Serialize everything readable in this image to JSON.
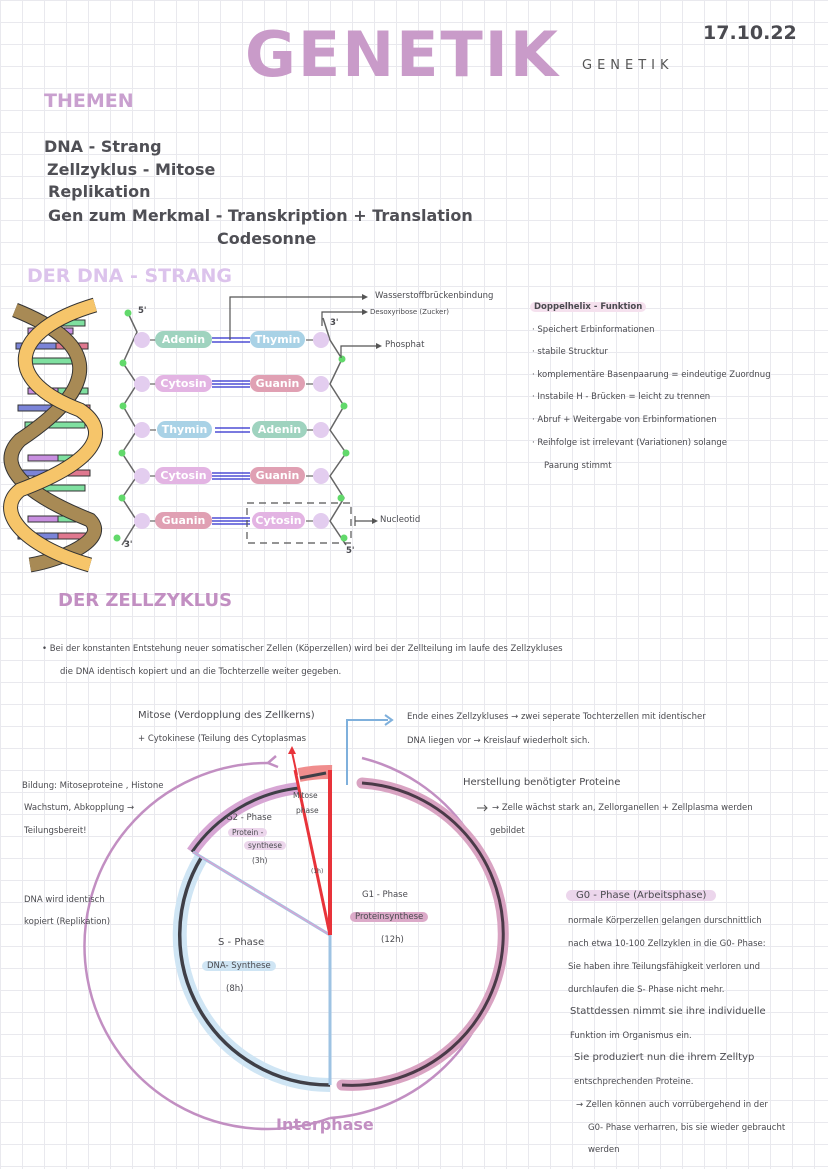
{
  "header": {
    "title": "GENETIK",
    "title_spaced": "GENETIK",
    "date": "17.10.22"
  },
  "themen": {
    "heading": "THEMEN",
    "items": [
      "DNA - Strang",
      "Zellzyklus - Mitose",
      "Replikation",
      "Gen zum Merkmal - Transkription + Translation",
      "Codesonne"
    ]
  },
  "dna": {
    "heading": "DER DNA - STRANG",
    "pairs": [
      {
        "left": "Adenin",
        "right": "Thymin",
        "left_color": "#9fd3bf",
        "right_color": "#a9d2e6"
      },
      {
        "left": "Cytosin",
        "right": "Guanin",
        "left_color": "#e3b4e3",
        "right_color": "#e0a0b3"
      },
      {
        "left": "Thymin",
        "right": "Adenin",
        "left_color": "#a9d2e6",
        "right_color": "#9fd3bf"
      },
      {
        "left": "Cytosin",
        "right": "Guanin",
        "left_color": "#e3b4e3",
        "right_color": "#e0a0b3"
      },
      {
        "left": "Guanin",
        "right": "Cytosin",
        "left_color": "#e0a0b3",
        "right_color": "#e3b4e3"
      }
    ],
    "end_labels": {
      "top_left": "5'",
      "top_right": "3'",
      "bottom_left": "3'",
      "bottom_right": "5'"
    },
    "labels": {
      "h_bond": "Wasserstoffbrückenbindung",
      "sugar": "Desoxyribose (Zucker)",
      "phosphate": "Phosphat",
      "nucleotide": "Nucleotid"
    },
    "function_heading": "Doppelhelix - Funktion",
    "functions": [
      "Speichert Erbinformationen",
      "stabile Strucktur",
      "komplementäre Basenpaarung = eindeutige Zuordnug",
      "Instabile H - Brücken = leicht zu trennen",
      "Abruf + Weitergabe von Erbinformationen",
      "Reihfolge ist irrelevant (Variationen) solange",
      "Paarung stimmt"
    ]
  },
  "zellzyklus": {
    "heading": "DER ZELLZYKLUS",
    "intro": [
      "Bei der konstanten Entstehung neuer  somatischer Zellen (Köperzellen) wird bei der Zellteilung im laufe des Zellzykluses",
      "die DNA identisch kopiert und an die Tochterzelle weiter gegeben."
    ],
    "mitose_note": [
      "Mitose (Verdopplung des Zellkerns)",
      "+ Cytokinese (Teilung des Cytoplasmas"
    ],
    "ende_note": [
      "Ende eines Zellzykluses → zwei seperate Tochterzellen mit identischer",
      "DNA liegen vor → Kreislauf wiederholt sich."
    ],
    "g2_note": [
      "Bildung: Mitoseproteine , Histone",
      "Wachstum, Abkopplung →",
      "Teilungsbereit!"
    ],
    "g1_note": [
      "Herstellung benötigter Proteine",
      "→ Zelle wächst stark an, Zellorganellen + Zellplasma werden",
      "gebildet"
    ],
    "s_note": [
      "DNA wird identisch",
      "kopiert (Replikation)"
    ],
    "phases": {
      "g1": {
        "name": "G1 - Phase",
        "process": "Proteinsynthese",
        "duration": "(12h)",
        "hours": 12
      },
      "s": {
        "name": "S - Phase",
        "process": "DNA- Synthese",
        "duration": "(8h)",
        "hours": 8
      },
      "g2": {
        "name": "G2 - Phase",
        "process1": "Protein -",
        "process2": "synthese",
        "duration": "(3h)",
        "hours": 3
      },
      "m": {
        "name1": "Mitose",
        "name2": "phase",
        "duration": "(1h)",
        "hours": 1
      }
    },
    "interphase": "Interphase",
    "g0": {
      "heading": "G0 - Phase (Arbeitsphase)",
      "lines": [
        "normale Körperzellen gelangen durschnittlich",
        "nach etwa 10-100 Zellzyklen in die G0- Phase:",
        "Sie haben ihre Teilungsfähigkeit verloren und",
        "durchlaufen die S- Phase nicht mehr.",
        "Stattdessen nimmt sie ihre individuelle",
        "Funktion im Organismus ein.",
        "Sie produziert nun die ihrem  Zelltyp",
        "entschprechenden Proteine.",
        "→ Zellen können auch vorrübergehend in der",
        "G0- Phase verharren, bis sie wieder gebraucht",
        "werden"
      ]
    },
    "colors": {
      "g1": "#c77fa5",
      "s": "#a8d0ec",
      "g2": "#c98fc6",
      "mitose": "#e8333a",
      "ring": "#c28fc2",
      "dark": "#3f3f47"
    }
  }
}
